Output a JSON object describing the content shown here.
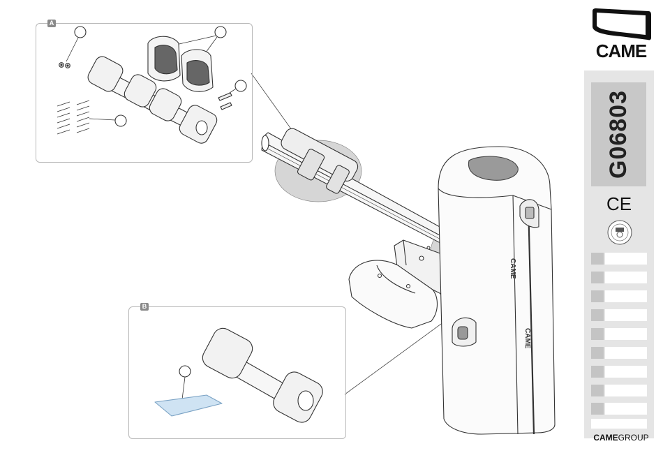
{
  "panels": {
    "a_label": "A",
    "b_label": "B"
  },
  "sidebar": {
    "brand": "CAME",
    "product_code": "G06803",
    "ce_mark": "CE",
    "footer_brand_bold": "CAME",
    "footer_brand_rest": "GROUP"
  },
  "product": {
    "housing_brand_upper": "CAME",
    "housing_brand_lower": "CAME"
  },
  "colors": {
    "outline": "#333333",
    "panel_border": "#b8b8b8",
    "highlight": "#d0d0d0",
    "strip": "#e5e5e5",
    "code_box": "#c8c8c8",
    "sheet_blue": "#cfe3f3"
  }
}
